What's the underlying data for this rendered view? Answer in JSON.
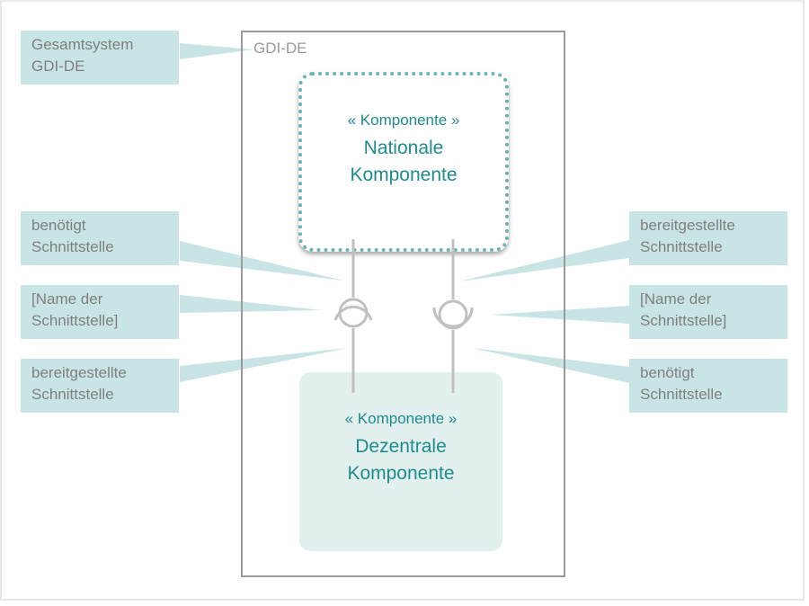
{
  "system": {
    "label": "GDI-DE",
    "callout": [
      "Gesamtsystem",
      "GDI-DE"
    ]
  },
  "components": {
    "national": {
      "stereotype": "« Komponente »",
      "name_line1": "Nationale",
      "name_line2": "Komponente"
    },
    "dezentral": {
      "stereotype": "« Komponente »",
      "name_line1": "Dezentrale",
      "name_line2": "Komponente"
    }
  },
  "callouts_left": [
    {
      "line1": "benötigt",
      "line2": "Schnittstelle"
    },
    {
      "line1": "[Name der",
      "line2": "Schnittstelle]"
    },
    {
      "line1": "bereitgestellte",
      "line2": "Schnittstelle"
    }
  ],
  "callouts_right": [
    {
      "line1": "bereitgestellte",
      "line2": "Schnittstelle"
    },
    {
      "line1": "[Name der",
      "line2": "Schnittstelle]"
    },
    {
      "line1": "benötigt",
      "line2": "Schnittstelle"
    }
  ],
  "colors": {
    "callout_fill": "#c9e4e4",
    "component_text": "#1f8c8c",
    "dotted_border": "#69b3b3",
    "dezentral_fill": "#e2f0f0",
    "line_gray": "#c0c0c0",
    "text_gray": "#7f7f7f"
  }
}
